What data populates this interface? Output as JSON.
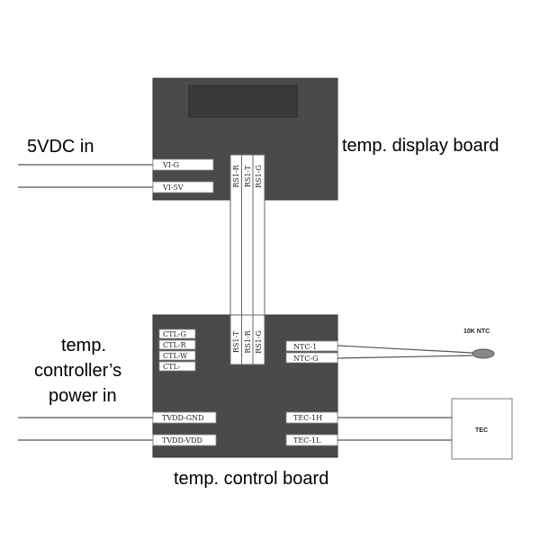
{
  "labels": {
    "vdc_in": "5VDC in",
    "display_board": "temp. display board",
    "controller_power_line1": "temp.",
    "controller_power_line2": "controller’s",
    "controller_power_line3": "power in",
    "control_board": "temp. control board",
    "ntc": "10K NTC",
    "tec": "TEC"
  },
  "display_pins": [
    "VI-G",
    "VI-5V"
  ],
  "display_link_pins": [
    "RS1-R",
    "RS1-T",
    "RS1-G"
  ],
  "control_link_pins": [
    "RS1-T",
    "RS1-R",
    "RS1-G"
  ],
  "ctl_pins": [
    "CTL-G",
    "CTL-R",
    "CTL-W",
    "CTL-"
  ],
  "ntc_pins": [
    "NTC-1",
    "NTC-G"
  ],
  "power_pins": [
    "TVDD-GND",
    "TVDD-VDD"
  ],
  "tec_pins": [
    "TEC-1H",
    "TEC-1L"
  ],
  "colors": {
    "board": "#4a4a4a",
    "screen": "#3a3a3a",
    "pin_bg": "#ffffff",
    "wire": "#555555"
  }
}
